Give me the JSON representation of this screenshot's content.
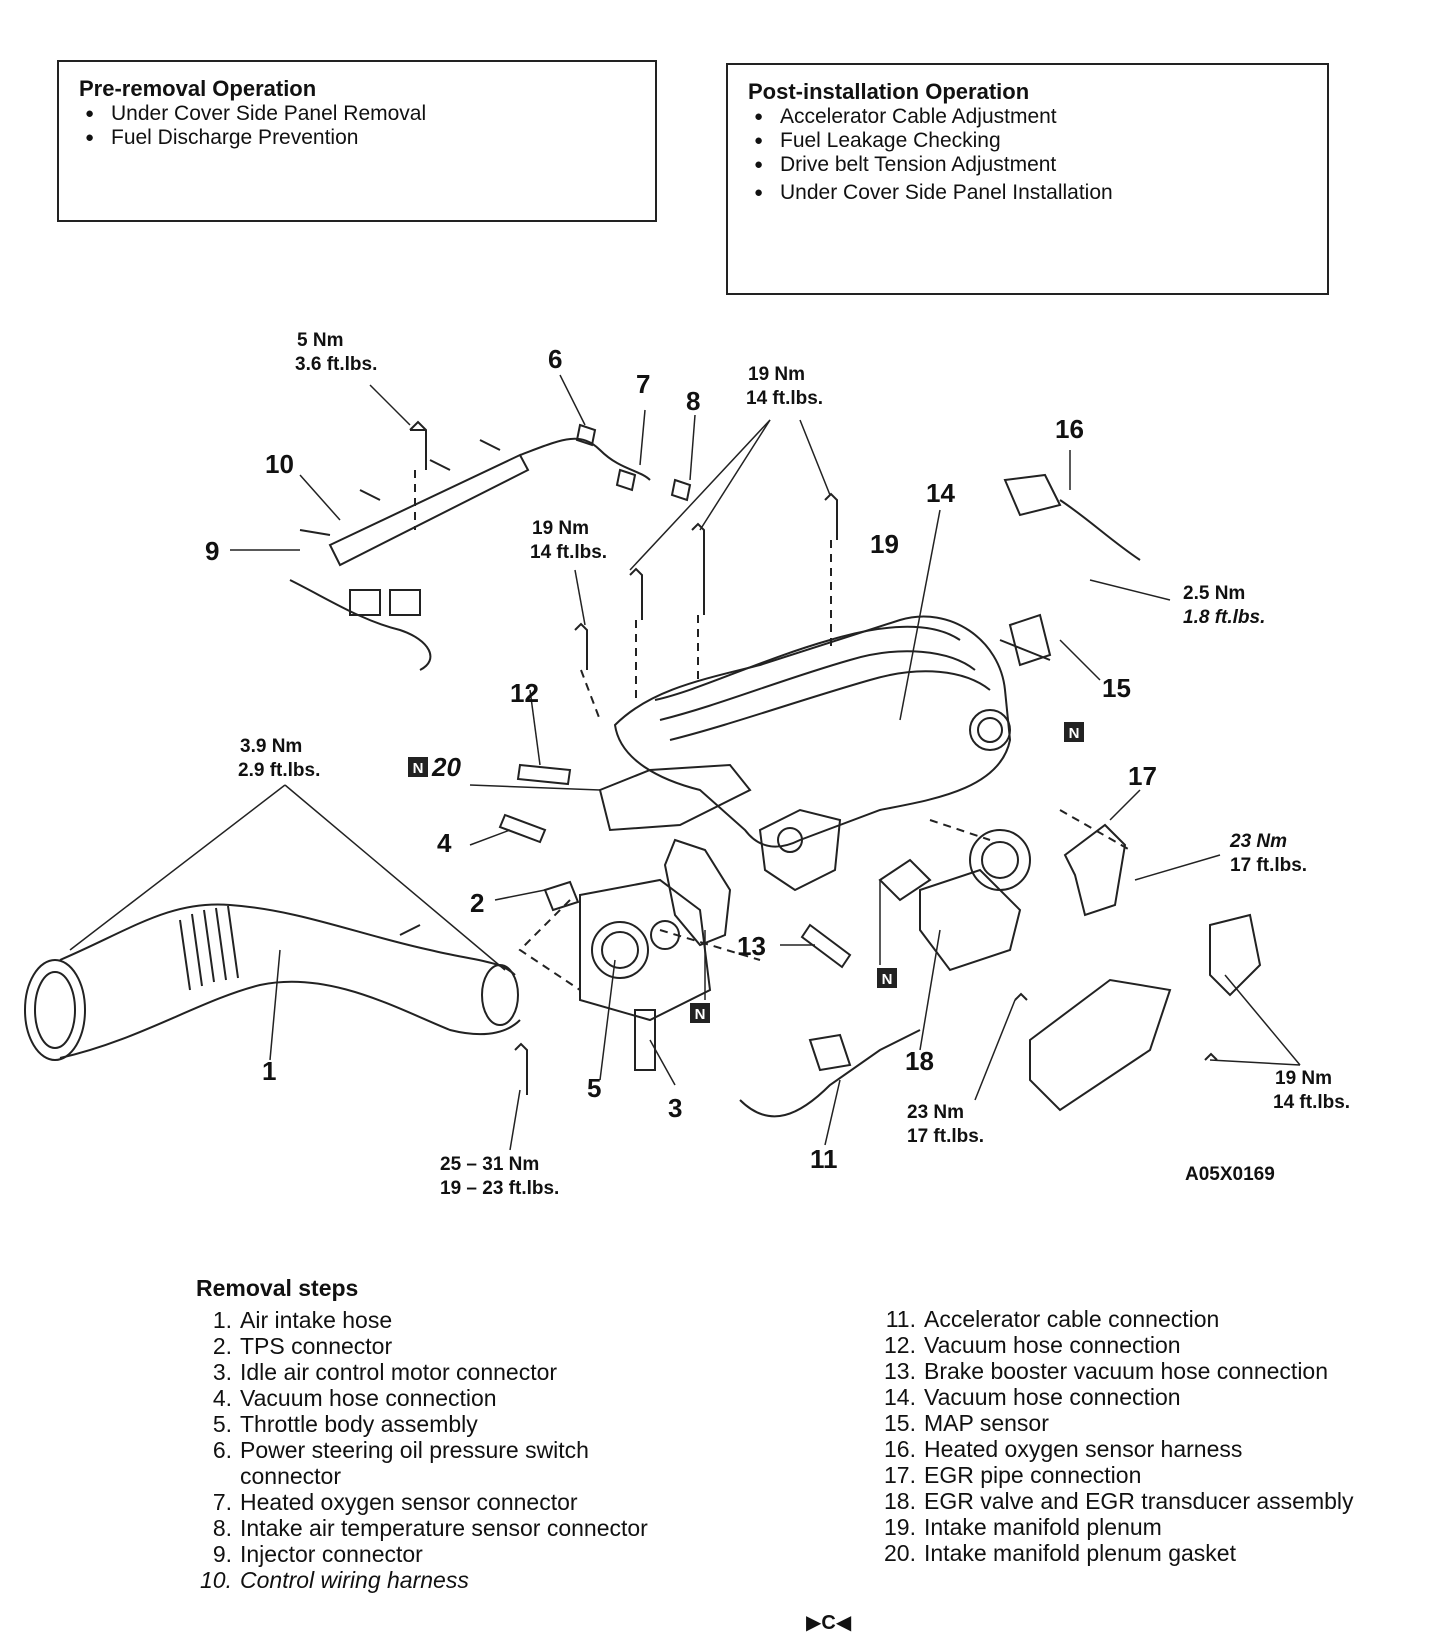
{
  "pre_removal": {
    "title": "Pre-removal Operation",
    "items": [
      "Under Cover Side Panel Removal",
      "Fuel Discharge Prevention"
    ]
  },
  "post_installation": {
    "title": "Post-installation Operation",
    "items": [
      "Accelerator Cable Adjustment",
      "Fuel Leakage Checking",
      "Drive belt Tension Adjustment",
      "Under Cover Side Panel Installation"
    ]
  },
  "diagram": {
    "part_numbers": [
      "1",
      "2",
      "3",
      "4",
      "5",
      "6",
      "7",
      "8",
      "9",
      "10",
      "11",
      "12",
      "13",
      "14",
      "15",
      "16",
      "17",
      "18",
      "19",
      "20"
    ],
    "torques": {
      "t5": [
        "5 Nm",
        "3.6 ft.lbs."
      ],
      "t19a": [
        "19 Nm",
        "14 ft.lbs."
      ],
      "t19b": [
        "19 Nm",
        "14 ft.lbs."
      ],
      "t25": [
        "2.5 Nm",
        "1.8 ft.lbs."
      ],
      "t39": [
        "3.9 Nm",
        "2.9 ft.lbs."
      ],
      "t23a": [
        "23 Nm",
        "17 ft.lbs."
      ],
      "t19c": [
        "19 Nm",
        "14 ft.lbs."
      ],
      "t23b": [
        "23 Nm",
        "17 ft.lbs."
      ],
      "t2531": [
        "25 – 31 Nm",
        "19 – 23 ft.lbs."
      ]
    },
    "new_part_mark": "N",
    "figure_code": "A05X0169"
  },
  "removal_steps": {
    "title": "Removal steps",
    "left": [
      {
        "n": "1.",
        "t": "Air intake hose"
      },
      {
        "n": "2.",
        "t": "TPS connector"
      },
      {
        "n": "3.",
        "t": "Idle air control motor connector"
      },
      {
        "n": "4.",
        "t": "Vacuum hose connection"
      },
      {
        "n": "5.",
        "t": "Throttle body assembly"
      },
      {
        "n": "6.",
        "t": "Power steering oil pressure switch connector"
      },
      {
        "n": "7.",
        "t": "Heated oxygen sensor connector"
      },
      {
        "n": "8.",
        "t": "Intake air temperature sensor connector"
      },
      {
        "n": "9.",
        "t": "Injector connector"
      },
      {
        "n": "10.",
        "t": "Control wiring harness"
      }
    ],
    "right": [
      {
        "n": "11.",
        "t": "Accelerator cable connection"
      },
      {
        "n": "12.",
        "t": "Vacuum hose connection"
      },
      {
        "n": "13.",
        "t": "Brake booster vacuum hose connection"
      },
      {
        "n": "14.",
        "t": "Vacuum hose connection"
      },
      {
        "n": "15.",
        "t": "MAP sensor"
      },
      {
        "n": "16.",
        "t": "Heated oxygen sensor harness"
      },
      {
        "n": "17.",
        "t": "EGR pipe connection"
      },
      {
        "n": "18.",
        "t": "EGR valve and EGR transducer assembly"
      },
      {
        "n": "19.",
        "t": "Intake manifold plenum"
      },
      {
        "n": "20.",
        "t": "Intake manifold plenum gasket"
      }
    ],
    "step20_marker": "▶C◀"
  }
}
